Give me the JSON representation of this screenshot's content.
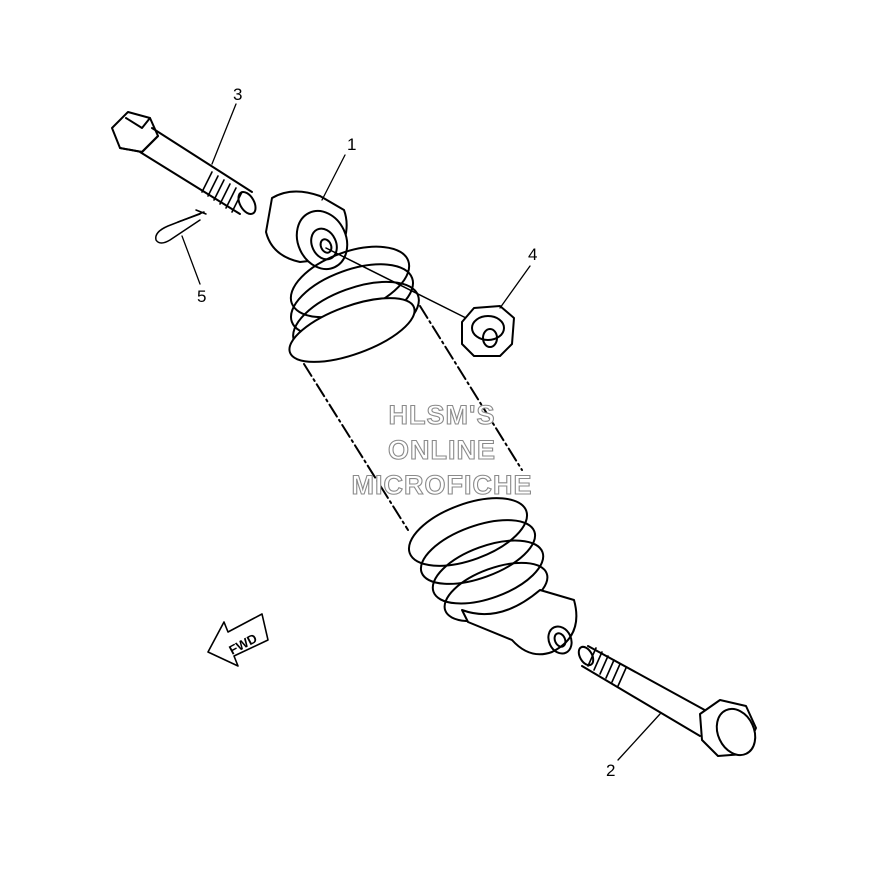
{
  "diagram": {
    "callouts": {
      "part1": "1",
      "part2": "2",
      "part3": "3",
      "part4": "4",
      "part5": "5"
    },
    "direction_label": "FWD",
    "watermark": [
      "HLSM'S",
      "ONLINE",
      "MICROFICHE"
    ]
  }
}
